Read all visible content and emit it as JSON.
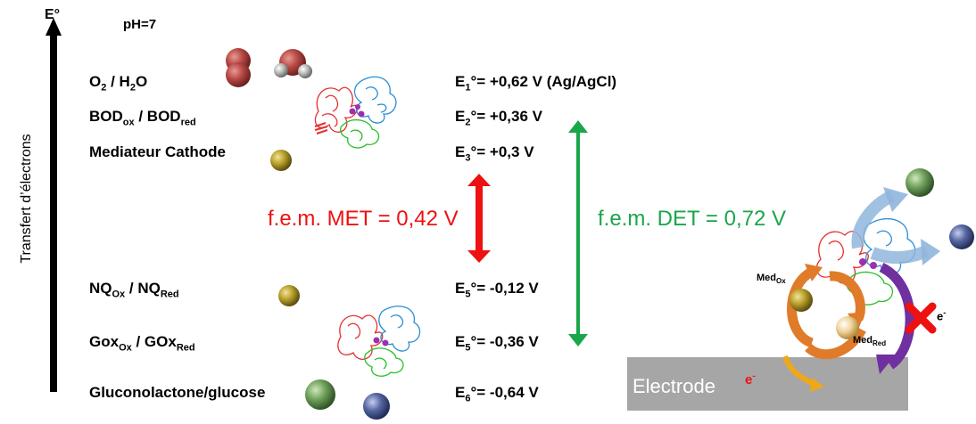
{
  "axis": {
    "top_label": "E°",
    "side_label": "Transfert d’électrons"
  },
  "ph_label": "pH=7",
  "couples": [
    {
      "a": "O",
      "a_sub": "2",
      "sep": " / H",
      "b_sub": "2",
      "c": "O"
    },
    {
      "a": "BOD",
      "a_sub": "ox",
      "sep": " / BOD",
      "b_sub": "red"
    },
    {
      "text": "Mediateur Cathode"
    },
    {
      "a": "NQ",
      "a_sub": "Ox",
      "sep": " / NQ",
      "b_sub": "Red"
    },
    {
      "a": "Gox",
      "a_sub": "Ox",
      "sep": " / GOx",
      "b_sub": "Red"
    },
    {
      "text": "Gluconolactone/glucose"
    }
  ],
  "potentials": [
    {
      "pre": "E",
      "sub": "1",
      "value": "°= +0,62 V (Ag/AgCl)"
    },
    {
      "pre": "E",
      "sub": "2",
      "value": "°= +0,36 V"
    },
    {
      "pre": "E",
      "sub": "3",
      "value": "°= +0,3 V"
    },
    {
      "pre": "E",
      "sub": "5",
      "value": "°= -0,12 V"
    },
    {
      "pre": "E",
      "sub": "5",
      "value": "°= -0,36 V"
    },
    {
      "pre": "E",
      "sub": "6",
      "value": "°= -0,64 V"
    }
  ],
  "emf": {
    "met": "f.e.m. MET = 0,42 V",
    "det": "f.e.m. DET = 0,72 V"
  },
  "inset": {
    "electrode": "Electrode",
    "electron": "e",
    "electron_sup": "-",
    "med_ox": "Med",
    "med_ox_sub": "Ox",
    "med_red": "Med",
    "med_red_sub": "Red"
  },
  "colors": {
    "met": "#ee1111",
    "det": "#1aa64a",
    "electrode": "#a6a6a6",
    "mediator": "#b8a02a",
    "oxygen": "#b84a46",
    "gluconolactone": "#6fa05a",
    "glucose": "#5566a0"
  }
}
